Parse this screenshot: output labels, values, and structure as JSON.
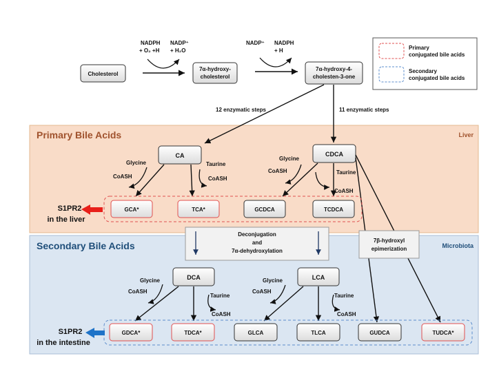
{
  "legend": {
    "primary_line1": "Primary",
    "primary_line2": "conjugated bile acids",
    "secondary_line1": "Secondary",
    "secondary_line2": "conjugated bile acids"
  },
  "top": {
    "cholesterol": "Cholesterol",
    "hydroxy_line1": "7α-hydroxy-",
    "hydroxy_line2": "cholesterol",
    "cholestenone_line1": "7α-hydroxy-4-",
    "cholestenone_line2": "cholesten-3-one",
    "step1_in": "NADPH",
    "step1_in2": "+ O₂ +H",
    "step1_out": "NADP⁺",
    "step1_out2": "+ H₂O",
    "step2_in": "NADP⁺",
    "step2_out": "NADPH",
    "step2_out2": "+ H",
    "steps_left": "12 enzymatic steps",
    "steps_right": "11 enzymatic steps"
  },
  "primary": {
    "title": "Primary Bile Acids",
    "tag": "Liver",
    "ca": "CA",
    "cdca": "CDCA",
    "glycine": "Glycine",
    "coash": "CoASH",
    "taurine": "Taurine",
    "conj": [
      "GCA*",
      "TCA*",
      "GCDCA",
      "TCDCA"
    ],
    "s1pr2_line1": "S1PR2",
    "s1pr2_line2": "in the liver"
  },
  "middle": {
    "deconj_line1": "Deconjugation",
    "deconj_line2": "and",
    "deconj_line3": "7α-dehydroxylation",
    "epi_line1": "7β-hydroxyl",
    "epi_line2": "epimerization"
  },
  "secondary": {
    "title": "Secondary Bile Acids",
    "tag": "Microbiota",
    "dca": "DCA",
    "lca": "LCA",
    "glycine": "Glycine",
    "coash": "CoASH",
    "taurine": "Taurine",
    "conj": [
      "GDCA*",
      "TDCA*",
      "GLCA",
      "TLCA",
      "GUDCA",
      "TUDCA*"
    ],
    "s1pr2_line1": "S1PR2",
    "s1pr2_line2": "in the intestine"
  },
  "colors": {
    "primary_bg": "#f9dcc8",
    "primary_border": "#e3b98f",
    "primary_title": "#a0522d",
    "secondary_bg": "#dbe6f2",
    "secondary_border": "#a9bed6",
    "secondary_title": "#1f4e79",
    "red_dash": "#e05050",
    "blue_dash": "#5b8ccc",
    "red_arrow": "#e8201a",
    "blue_arrow": "#1e73c8",
    "navy_arrow": "#1f3864"
  }
}
